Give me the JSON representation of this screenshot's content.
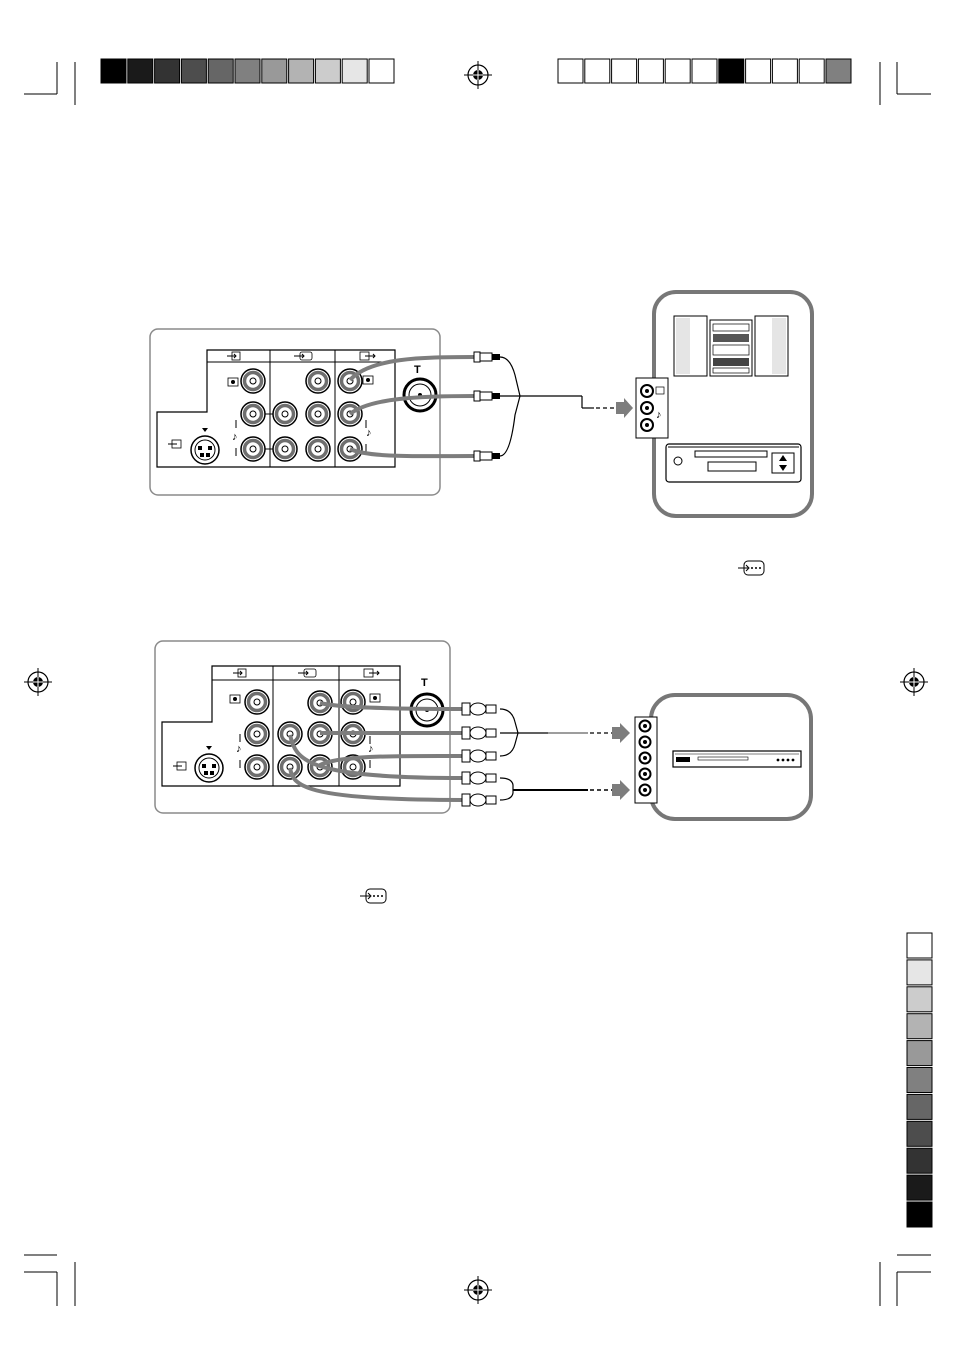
{
  "colors": {
    "ink": "#000000",
    "panel_border": "#8a8a8a",
    "cable_gray": "#7d7d7d",
    "jack_ring": "#6e6e6e",
    "device_border": "#777777"
  },
  "calibration": {
    "top_left_bar": [
      "#000000",
      "#1a1a1a",
      "#333333",
      "#4d4d4d",
      "#666666",
      "#808080",
      "#999999",
      "#b3b3b3",
      "#cccccc",
      "#e6e6e6",
      "#ffffff"
    ],
    "top_right_bar": [
      "#ffffff",
      "#ffffff",
      "#ffffff",
      "#ffffff",
      "#ffffff",
      "#ffffff",
      "#000000",
      "#ffffff",
      "#ffffff",
      "#ffffff",
      "#808080"
    ],
    "right_column": [
      "#ffffff",
      "#e6e6e6",
      "#cccccc",
      "#b3b3b3",
      "#999999",
      "#808080",
      "#666666",
      "#4d4d4d",
      "#333333",
      "#1a1a1a",
      "#000000"
    ]
  },
  "icons": {
    "input": "input-arrow-icon",
    "component_input": "component-input-icon",
    "output": "output-arrow-icon",
    "antenna": "antenna-T-icon",
    "s_video": "s-video-icon",
    "audio": "audio-note-icon",
    "video": "video-symbol-icon",
    "registration": "registration-crosshair-icon"
  },
  "labels": {
    "antenna_symbol": "T"
  },
  "diagram1": {
    "devices": [
      "audio-system",
      "vcr"
    ]
  },
  "diagram2": {
    "devices": [
      "dvd-player"
    ]
  }
}
